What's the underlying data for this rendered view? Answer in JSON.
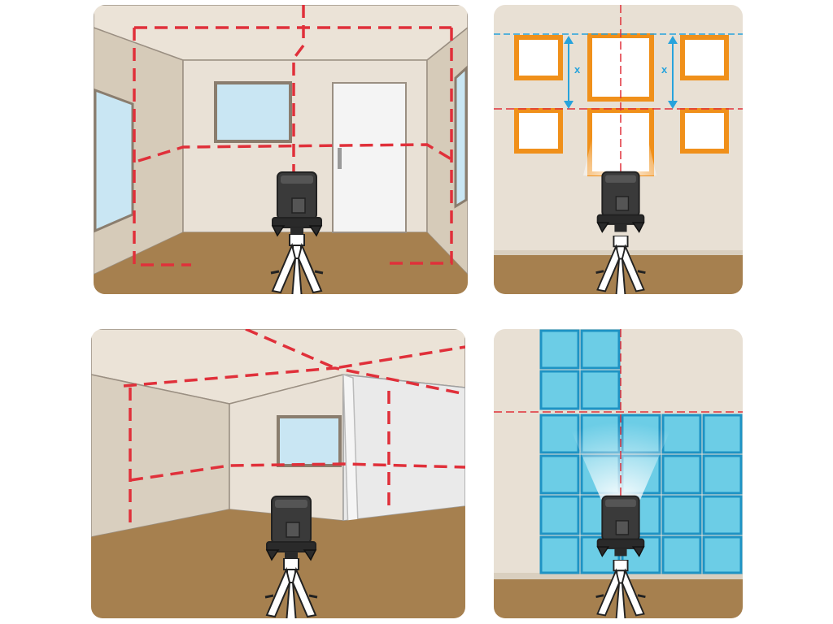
{
  "panels": [
    {
      "id": "room-corner-layout",
      "laser_lines": "red-dashed"
    },
    {
      "id": "picture-frame-hanging",
      "spacing_label_left": "x",
      "spacing_label_right": "x"
    },
    {
      "id": "partition-wall-alignment",
      "laser_lines": "red-dashed"
    },
    {
      "id": "wall-tile-alignment",
      "laser_lines": "red-dashed"
    }
  ],
  "colors": {
    "laser_red": "#e0303a",
    "wall": "#e9e1d6",
    "wall_side": "#d4c8b6",
    "floor": "#a37a4b",
    "frame_orange": "#f0901a",
    "tile_blue": "#6ccde6",
    "tile_border": "#1e93c4",
    "dimension_blue": "#27a3dc",
    "device_dark": "#3b3b3b"
  },
  "icons": [
    "cross-line-laser-level-icon",
    "tripod-icon"
  ]
}
